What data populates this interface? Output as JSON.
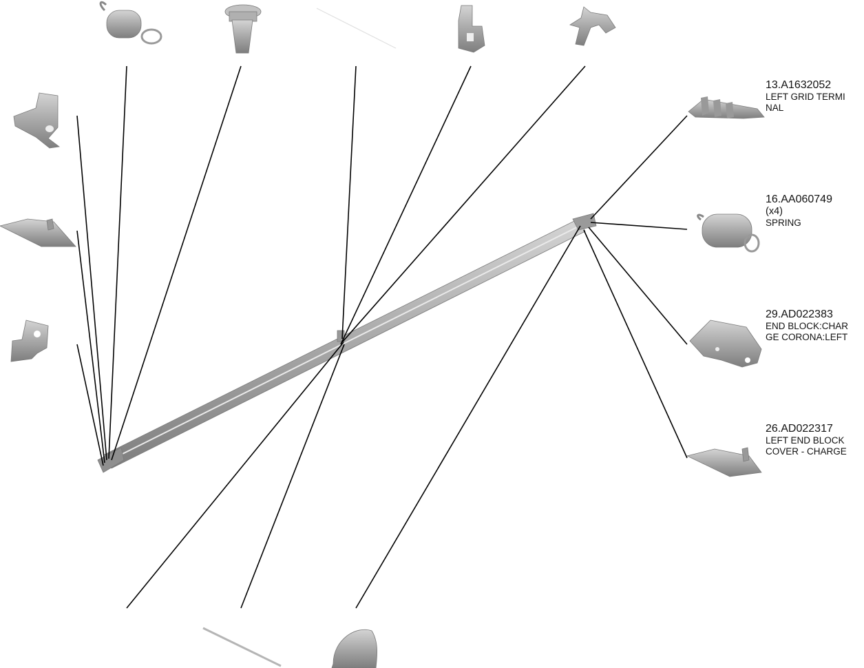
{
  "callouts": [
    {
      "part_no": "13.A1632052",
      "description": "LEFT GRID TERMI\nNAL",
      "quantity": ""
    },
    {
      "part_no": "16.AA060749",
      "description": "SPRING",
      "quantity": "(x4)"
    },
    {
      "part_no": "29.AD022383",
      "description": "END BLOCK:CHAR\nGE CORONA:LEFT",
      "quantity": ""
    },
    {
      "part_no": "26.AD022317",
      "description": "LEFT END BLOCK\nCOVER - CHARGE",
      "quantity": ""
    }
  ],
  "colors": {
    "part_fill": "#a9a9a9",
    "part_shade": "#8c8c8c",
    "leader_line": "#000000",
    "background": "#ffffff"
  }
}
